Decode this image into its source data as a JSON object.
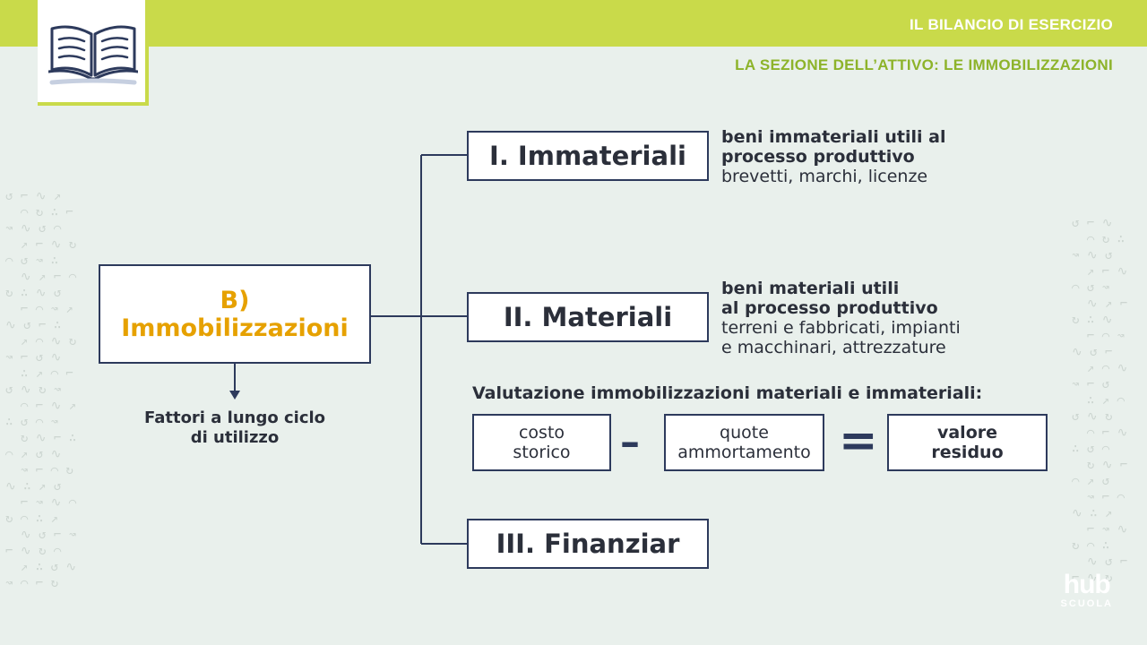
{
  "header": {
    "title": "IL BILANCIO DI ESERCIZIO",
    "subtitle": "LA SEZIONE DELL’ATTIVO: LE IMMOBILIZZAZIONI"
  },
  "main_box": {
    "line1": "B)",
    "line2": "Immobilizzazioni"
  },
  "long_cycle": {
    "line1": "Fattori a lungo ciclo",
    "line2": "di utilizzo"
  },
  "categories": [
    {
      "label": "I. Immateriali"
    },
    {
      "label": "II. Materiali"
    },
    {
      "label": "III. Finanziar"
    }
  ],
  "descriptions": {
    "immateriali": {
      "bold1": "beni immateriali utili al",
      "bold2": "processo produttivo",
      "text1": "brevetti, marchi, licenze"
    },
    "materiali": {
      "bold1": "beni materiali utili",
      "bold2": "al processo produttivo",
      "text1": "terreni e fabbricati, impianti",
      "text2": "e macchinari, attrezzature"
    }
  },
  "valuation": {
    "title": "Valutazione immobilizzazioni materiali e immateriali:",
    "term1": {
      "line1": "costo",
      "line2": "storico"
    },
    "operator_minus": "–",
    "term2": {
      "line1": "quote",
      "line2": "ammortamento"
    },
    "operator_equals": "=",
    "result": {
      "line1": "valore",
      "line2": "residuo"
    }
  },
  "watermark": {
    "main": "hub",
    "sub": "SCUOLA"
  },
  "colors": {
    "accent": "#c9da4a",
    "subtitle": "#8db32a",
    "highlight": "#e6a100",
    "border": "#2d3a5c",
    "background": "#e9f0ec"
  },
  "icons": {
    "logo": "open-book-icon"
  }
}
